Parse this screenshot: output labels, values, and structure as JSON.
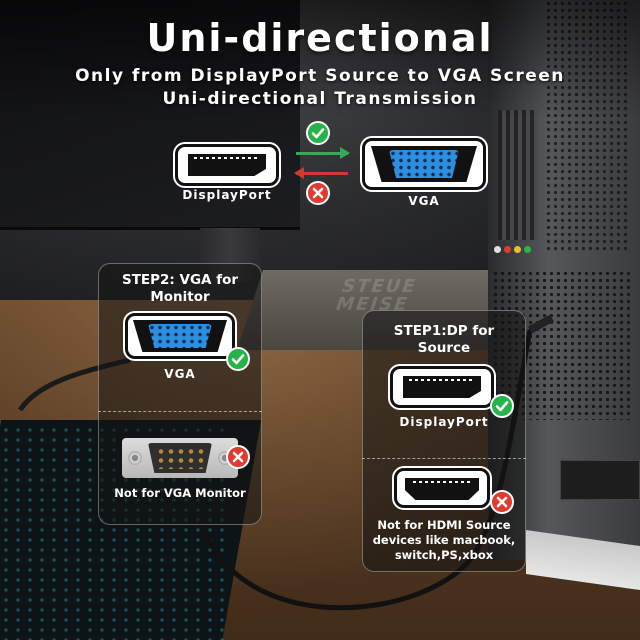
{
  "header": {
    "title": "Uni-directional",
    "line1": "Only from DisplayPort Source to VGA Screen",
    "line2": "Uni-directional Transmission"
  },
  "flow": {
    "source_label": "DisplayPort",
    "target_label": "VGA",
    "forward_status": "check-icon",
    "reverse_status": "cross-icon"
  },
  "step2": {
    "title": "STEP2: VGA for Monitor",
    "supported_label": "VGA",
    "unsupported_label": "Not for VGA Monitor"
  },
  "step1": {
    "title": "STEP1:DP for Source",
    "supported_label": "DisplayPort",
    "unsupported_label": "Not for HDMI Source devices like macbook, switch,PS,xbox"
  },
  "background_text": "STEUE MEISE",
  "colors": {
    "ok": "#25b34a",
    "no": "#e23a2f",
    "vga_blue": "#2d8fe0"
  }
}
